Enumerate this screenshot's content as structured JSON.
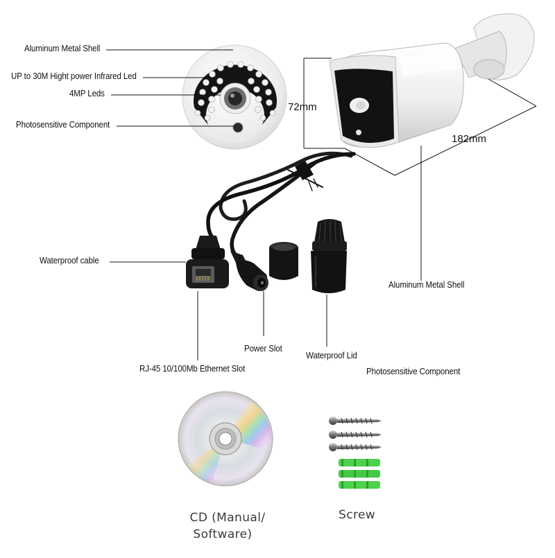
{
  "callouts": {
    "front_shell": "Aluminum Metal Shell",
    "infrared_led": "UP to 30M Hight power Infrared Led",
    "mp_leds": "4MP Leds",
    "photo_front": "Photosensitive Component",
    "waterproof_cable": "Waterproof cable",
    "side_shell": "Aluminum Metal Shell",
    "ethernet_slot": "RJ-45 10/100Mb Ethernet Slot",
    "power_slot": "Power Slot",
    "waterproof_lid": "Waterproof Lid",
    "photo_side": "Photosensitive Component"
  },
  "dimensions": {
    "height": "72mm",
    "length": "182mm"
  },
  "accessories": {
    "cd_line1": "CD (Manual/",
    "cd_line2": "Software)",
    "screw": "Screw"
  },
  "colors": {
    "line": "#111111",
    "shell": "#eeeeee",
    "dark": "#1a1a1a",
    "anchor_green": "#4cd24c"
  },
  "icons": [
    "camera-front-view",
    "bullet-camera",
    "cable",
    "rj45-connector",
    "power-plug",
    "waterproof-lid",
    "cd-disc",
    "screw",
    "wall-anchor"
  ]
}
